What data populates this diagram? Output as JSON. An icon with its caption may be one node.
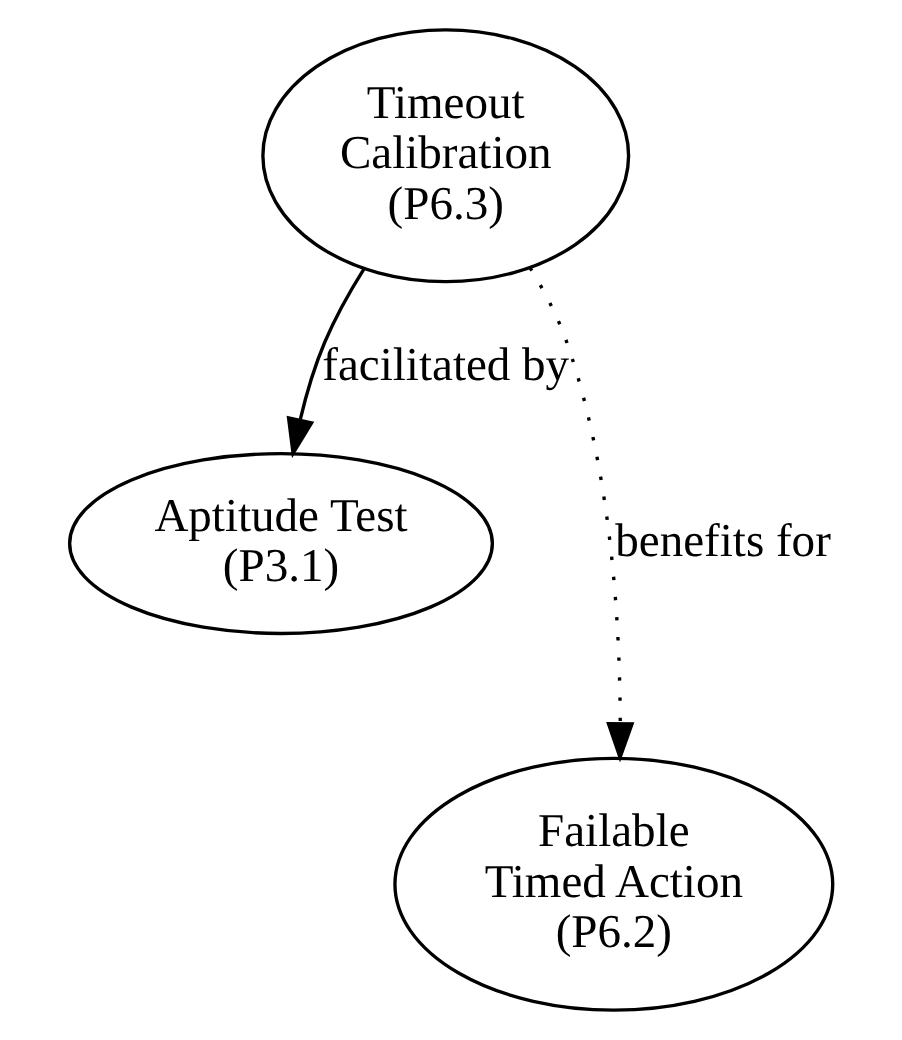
{
  "diagram": {
    "nodes": [
      {
        "text": [
          "Timeout Calibration (P6.3)"
        ]
      },
      {
        "text": [
          "Aptitude Test (P3.1)"
        ]
      },
      {
        "text": [
          "Failable Timed Action (P6.2)"
        ]
      }
    ],
    "edges": [
      {
        "from": 0,
        "to": 1,
        "arrow": "to",
        "label": "facilitated by"
      },
      {
        "from": 0,
        "to": 2,
        "arrow": "to",
        "label": "benefits for",
        "style": "dashed"
      }
    ]
  }
}
